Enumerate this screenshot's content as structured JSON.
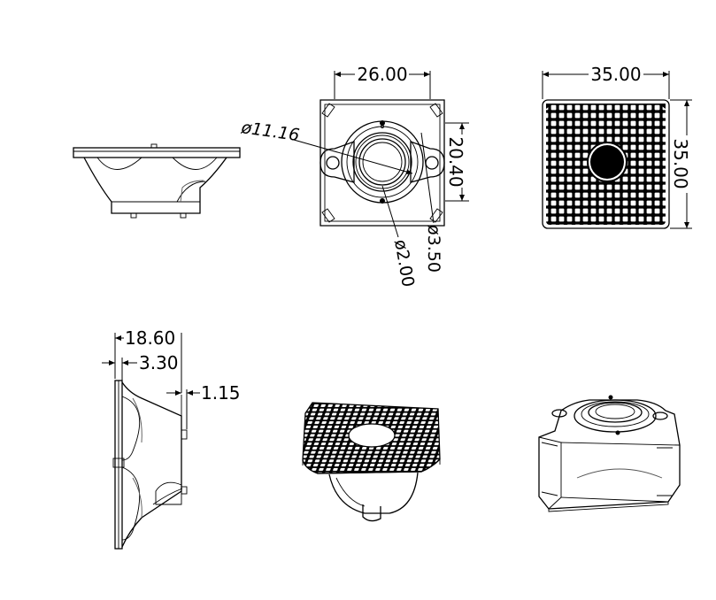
{
  "dimensions": {
    "top_width": "26.00",
    "right_width": "35.00",
    "right_height": "35.00",
    "hole_spacing": "20.40",
    "ring_diameter": "ø11.16",
    "hole_diameter": "ø3.50",
    "pin_diameter": "ø2.00",
    "overall_height": "18.60",
    "flange_thickness": "3.30",
    "boss_height": "1.15"
  },
  "colors": {
    "line": "#000000",
    "background": "#ffffff",
    "shade": "#555555"
  }
}
